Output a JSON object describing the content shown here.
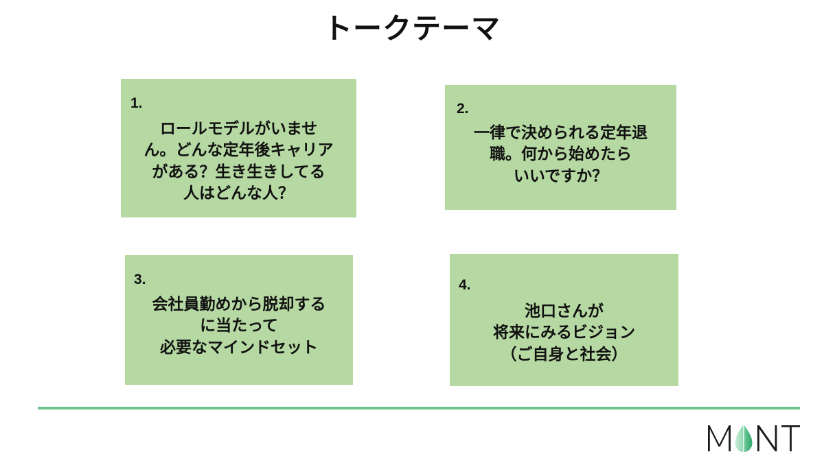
{
  "slide": {
    "title": "トークテーマ",
    "background_color": "#ffffff",
    "card_color": "#b6d9a3",
    "accent_color": "#6cc48a",
    "text_color": "#111111"
  },
  "cards": [
    {
      "number": "1.",
      "text": "ロールモデルがいませ\nん。どんな定年後キャリア\nがある？生き生きしてる\n人はどんな人？"
    },
    {
      "number": "2.",
      "text": "一律で決められる定年退\n職。何から始めたら\nいいですか？"
    },
    {
      "number": "3.",
      "text": "会社員勤めから脱却する\nに当たって\n必要なマインドセット"
    },
    {
      "number": "4.",
      "text": "池口さんが\n将来にみるビジョン\n（ご自身と社会）"
    }
  ],
  "footer": {
    "logo_text": "MINT",
    "logo_letters_left": "M",
    "logo_letters_right": "NT",
    "logo_leaf_color_light": "#bfe7cf",
    "logo_leaf_color_dark": "#35a86a",
    "logo_letter_color": "#1a1a1a"
  }
}
